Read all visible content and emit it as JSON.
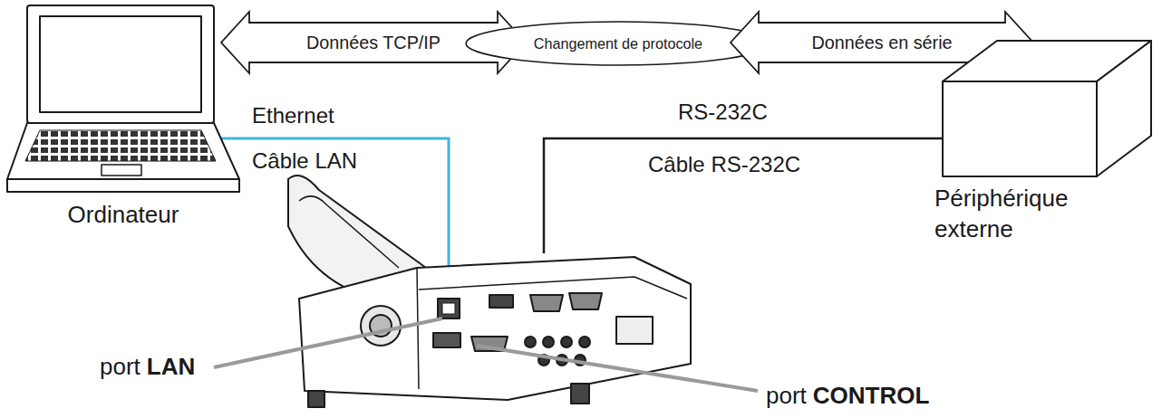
{
  "diagram": {
    "nodes": [
      {
        "text": [
          "Ordinateur"
        ]
      },
      {
        "text": [
          "Données TCP/IP"
        ]
      },
      {
        "text": [
          "Changement de protocole"
        ]
      },
      {
        "text": [
          "Données en série"
        ]
      },
      {
        "text": [
          "Périphérique externe"
        ]
      }
    ],
    "labels": [
      "Ethernet",
      "Câble LAN",
      "RS-232C",
      "Câble RS-232C",
      "port",
      "LAN",
      "port",
      "CONTROL"
    ]
  }
}
